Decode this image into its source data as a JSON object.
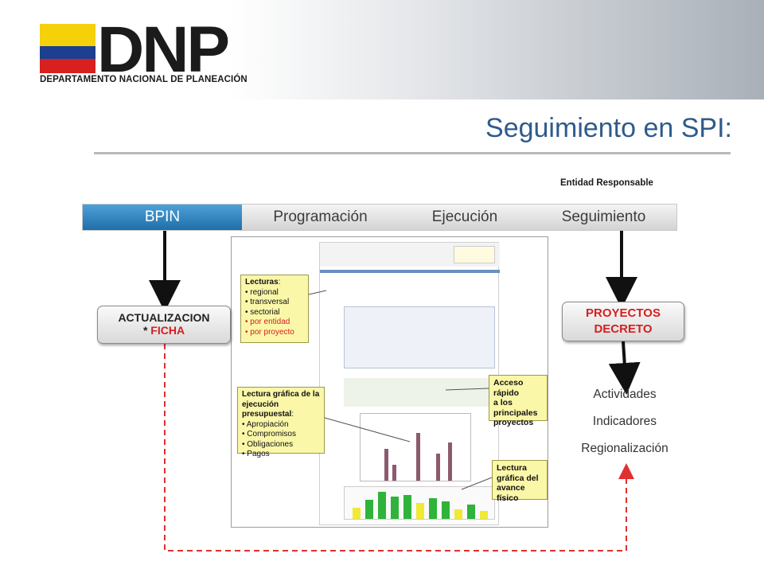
{
  "header": {
    "logo_text": "DNP",
    "logo_subtitle": "DEPARTAMENTO NACIONAL DE PLANEACIÓN",
    "flag_colors": [
      "#f5d10a",
      "#1d3f8f",
      "#d8201f"
    ]
  },
  "slide": {
    "title": "Seguimiento en SPI:",
    "entity_label": "Entidad  Responsable"
  },
  "tabs": [
    {
      "label": "BPIN",
      "active": true
    },
    {
      "label": "Programación",
      "active": false
    },
    {
      "label": "Ejecución",
      "active": false
    },
    {
      "label": "Seguimiento",
      "active": false
    }
  ],
  "left_box": {
    "line1": "ACTUALIZACION",
    "line2_prefix": "* ",
    "line2_highlight": "FICHA"
  },
  "right_box": {
    "line1": "PROYECTOS",
    "line2": "DECRETO"
  },
  "seguimiento_items": [
    "Actividades",
    "Indicadores",
    "Regionalización"
  ],
  "callouts": {
    "lecturas": {
      "title": "Lecturas",
      "title_suffix": ":",
      "items_black": [
        "regional",
        "transversal",
        "sectorial"
      ],
      "items_red": [
        "por entidad",
        "por proyecto"
      ]
    },
    "grafica": {
      "title_line1": "Lectura gráfica de la",
      "title_line2": "ejecución presupuestal",
      "title_suffix": ":",
      "items": [
        "Apropiación",
        "Compromisos",
        "Obligaciones",
        "Pagos"
      ]
    },
    "acceso": {
      "lines": [
        "Acceso rápido",
        "a los",
        "principales",
        "proyectos"
      ]
    },
    "avance": {
      "lines": [
        "Lectura",
        "gráfica del",
        "avance físico"
      ]
    }
  },
  "colors": {
    "title_blue": "#2e5b8c",
    "accent_red": "#d42020",
    "tab_active_blue": "#1f6ea8",
    "callout_yellow": "#fbf7a8"
  }
}
